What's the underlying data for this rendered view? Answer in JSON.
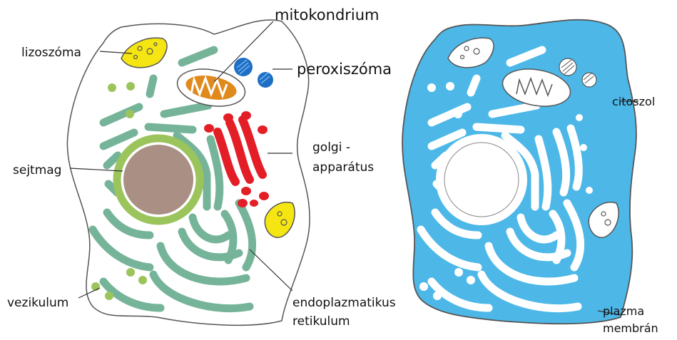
{
  "labels": {
    "mitokondrium": "mitokondrium",
    "lizoszoma": "lizoszóma",
    "peroxiszoma": "peroxiszóma",
    "sejtmag": "sejtmag",
    "golgi_line1": "golgi -",
    "golgi_line2": "apparátus",
    "vezikulum": "vezikulum",
    "er_line1": "endoplazmatikus",
    "er_line2": "retikulum",
    "citoszol": "citoszol",
    "plazma_line1": "plazma",
    "plazma_line2": "membrán"
  },
  "colors": {
    "outline": "#555555",
    "cytosol": "#4db8e8",
    "er": "#76b49a",
    "nucleus_fill": "#a98f84",
    "nuclear_envelope": "#9bc45c",
    "golgi": "#e41e26",
    "lysosome": "#f5e512",
    "mitochondrion": "#e08a1e",
    "peroxisome": "#1e6fc4",
    "vesicle": "#9bc45c"
  }
}
